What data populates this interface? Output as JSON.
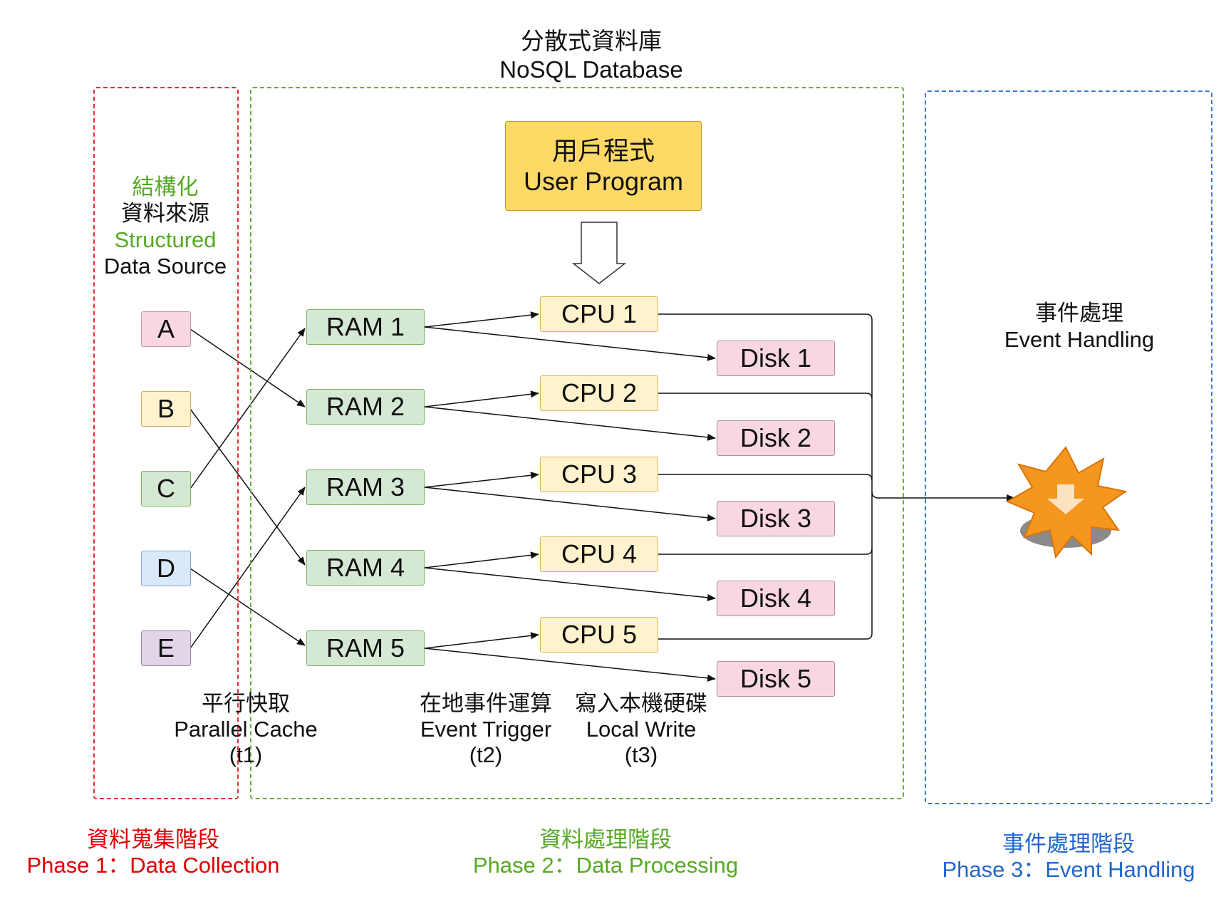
{
  "header": {
    "zh": "分散式資料庫",
    "en": "NoSQL Database"
  },
  "source": {
    "line1": "結構化",
    "line2": "資料來源",
    "line3": "Structured",
    "line4": "Data Source"
  },
  "user_program": {
    "zh": "用戶程式",
    "en": "User Program"
  },
  "event_handling": {
    "zh": "事件處理",
    "en": "Event Handling"
  },
  "sources": [
    "A",
    "B",
    "C",
    "D",
    "E"
  ],
  "rams": [
    "RAM 1",
    "RAM 2",
    "RAM 3",
    "RAM 4",
    "RAM 5"
  ],
  "cpus": [
    "CPU 1",
    "CPU 2",
    "CPU 3",
    "CPU 4",
    "CPU 5"
  ],
  "disks": [
    "Disk 1",
    "Disk 2",
    "Disk 3",
    "Disk 4",
    "Disk 5"
  ],
  "steps": {
    "t1": {
      "zh": "平行快取",
      "en": "Parallel Cache",
      "t": "(t1)"
    },
    "t2": {
      "zh": "在地事件運算",
      "en": "Event Trigger",
      "t": "(t2)"
    },
    "t3": {
      "zh": "寫入本機硬碟",
      "en": "Local Write",
      "t": "(t3)"
    }
  },
  "phases": {
    "p1": {
      "zh": "資料蒐集階段",
      "en": "Phase 1：Data Collection"
    },
    "p2": {
      "zh": "資料處理階段",
      "en": "Phase 2：Data Processing"
    },
    "p3": {
      "zh": "事件處理階段",
      "en": "Phase 3：Event Handling"
    }
  },
  "colors": {
    "phase1": "#e00000",
    "phase2": "#55aa22",
    "phase3": "#2266cc",
    "src_A": "#f8d7e3",
    "src_B": "#fff2cc",
    "src_C": "#d5e8d4",
    "src_D": "#dae8fc",
    "src_E": "#e1d5e7",
    "ram": "#d5e8d4",
    "cpu": "#fff2cc",
    "disk": "#f8d7e3",
    "program": "#ffd966",
    "burst": "#f5961e"
  },
  "icons": {
    "event": "event-burst-download-icon",
    "flow": "hollow-down-arrow-icon"
  }
}
